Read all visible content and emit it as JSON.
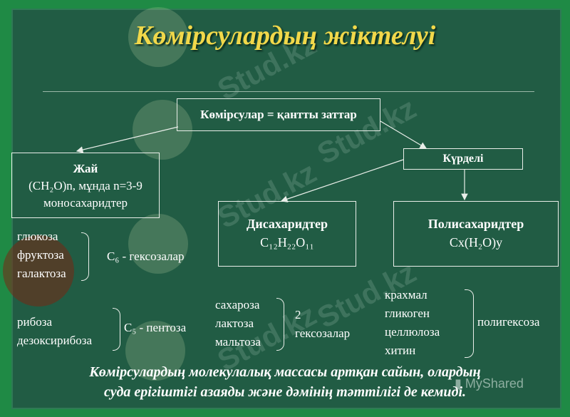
{
  "title": "Көмірсулардың жіктелуі",
  "top_box": "Көмірсулар = қантты заттар",
  "simple": {
    "label": "Жай",
    "formula": "(CH₂O)n, мұнда n=3-9",
    "sub": "моносахаридтер"
  },
  "complex": {
    "label": "Күрделі"
  },
  "disaccharides": {
    "label": "Дисахаридтер",
    "formula": "C₁₂H₂₂O₁₁"
  },
  "polysaccharides": {
    "label": "Полисахаридтер",
    "formula": "Cx(H₂O)y"
  },
  "hexoses": {
    "items": [
      "глюкоза",
      "фруктоза",
      "галактоза"
    ],
    "label": "C₆ - гексозалар"
  },
  "pentoses": {
    "items": [
      "рибоза",
      "дезоксирибоза"
    ],
    "label": "C₅ - пентоза"
  },
  "disacch_list": {
    "items": [
      "сахароза",
      "лактоза",
      "мальтоза"
    ],
    "label_num": "2",
    "label": "гексозалар"
  },
  "poly_list": {
    "items": [
      "крахмал",
      "гликоген",
      "целлюлоза",
      "хитин"
    ],
    "label": "полигексоза"
  },
  "footer": {
    "line1": "Көмірсулардың молекулалық массасы артқан сайын, олардың",
    "line2": "суда ерігіштігі азаяды және дәмінің тәттілігі де кемиді."
  },
  "watermark": "Stud.kz",
  "brand": "MyShared"
}
